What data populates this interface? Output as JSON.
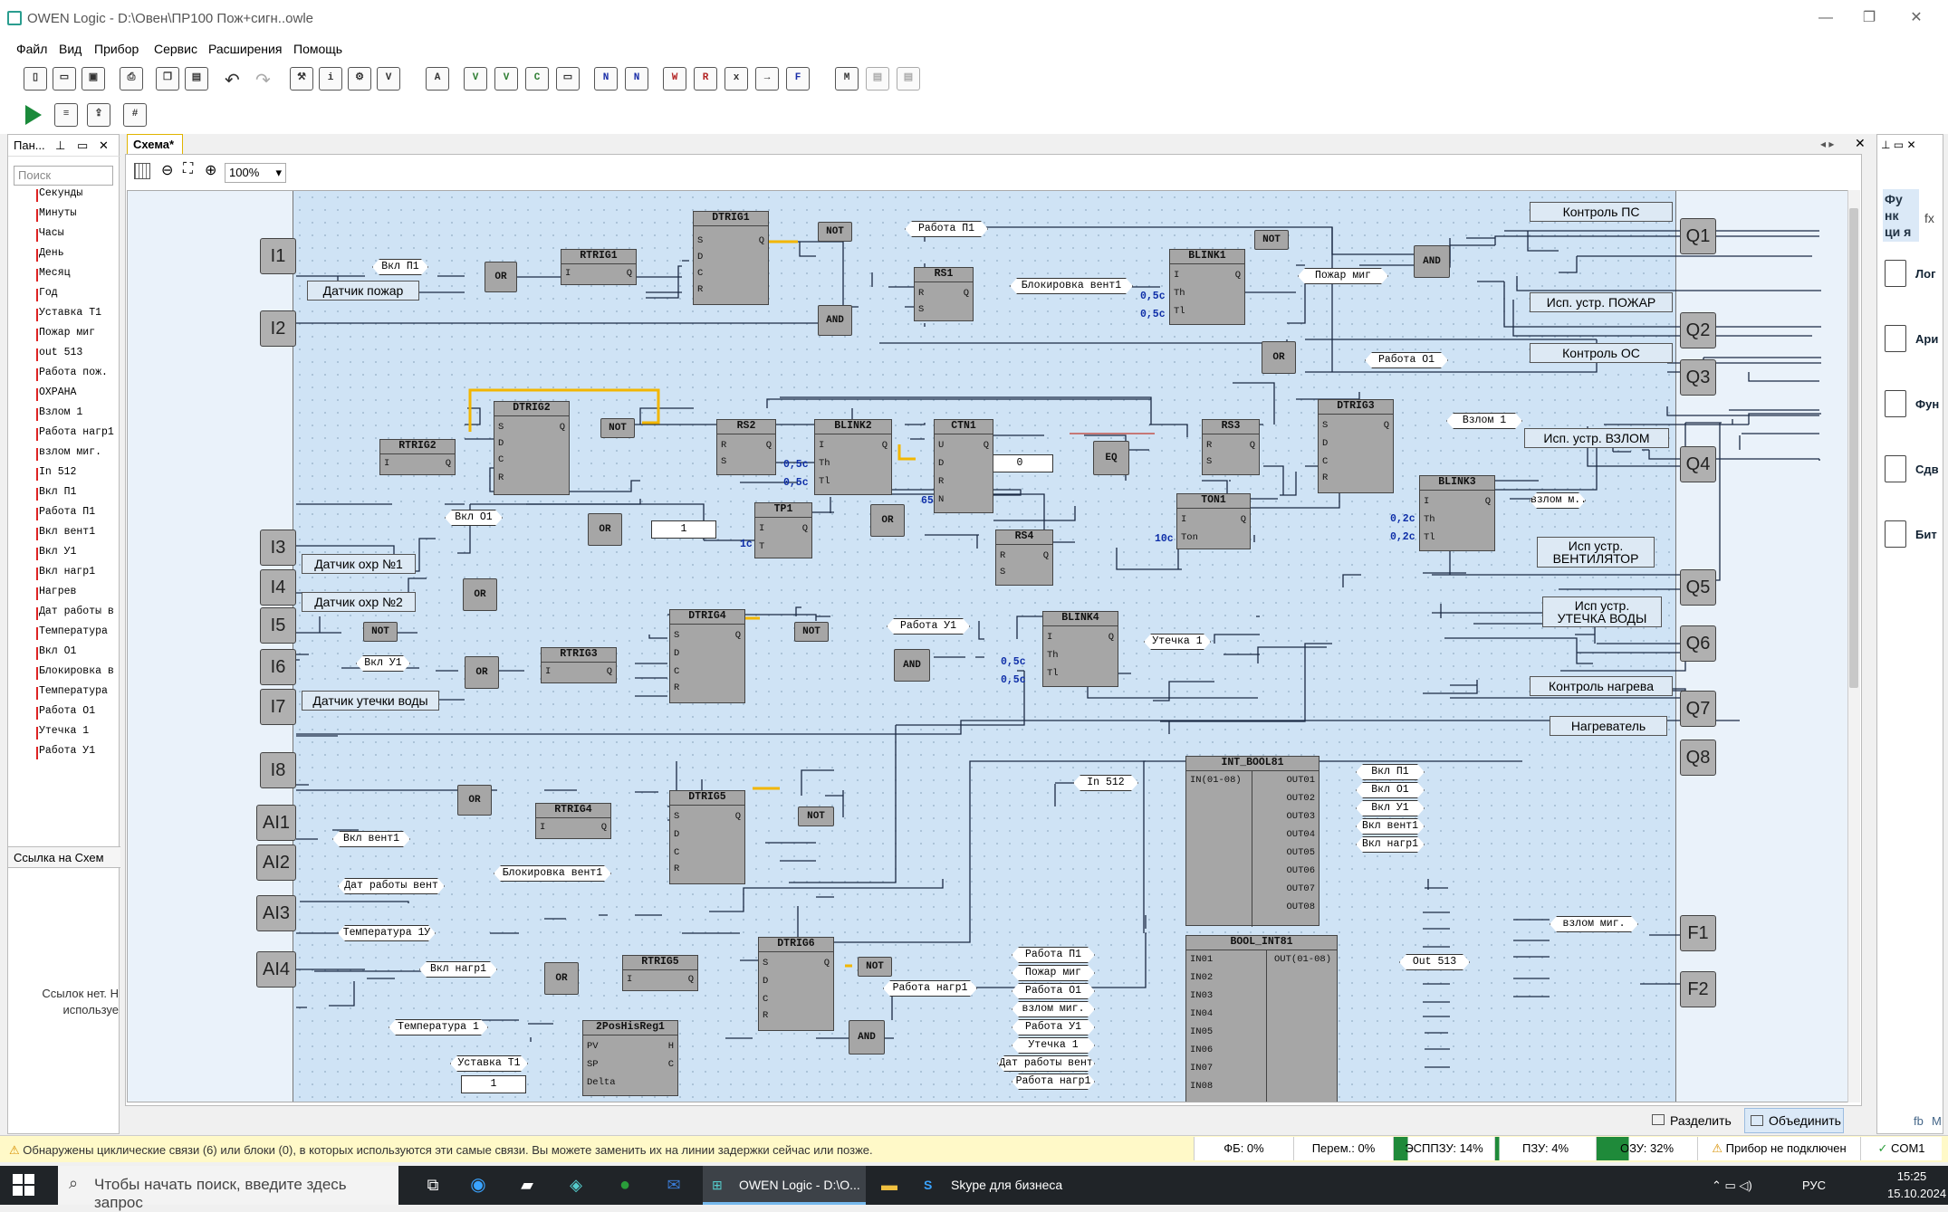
{
  "window": {
    "title": "OWEN Logic - D:\\Овен\\ПР100 Пож+сигн..owle"
  },
  "menu": [
    "Файл",
    "Вид",
    "Прибор",
    "Сервис",
    "Расширения",
    "Помощь"
  ],
  "toolbar": {
    "b1": "N",
    "b2": "N",
    "b3": "W",
    "b4": "R",
    "b5": "F",
    "v1": "V",
    "v2": "V",
    "c1": "C"
  },
  "left_panel": {
    "title": "Пан...",
    "search_placeholder": "Поиск",
    "variables": [
      "Секунды",
      "Минуты",
      "Часы",
      "День",
      "Месяц",
      "Год",
      "Уставка Т1",
      "Пожар миг",
      "out 513",
      "Работа пож.",
      "ОХРАНА",
      "Взлом 1",
      "Работа нагр1",
      "взлом миг.",
      "In 512",
      "Вкл П1",
      "Работа П1",
      "Вкл вент1",
      "Вкл У1",
      "Вкл нагр1",
      "Нагрев",
      "Дат работы в",
      "Температура",
      "Вкл О1",
      "Блокировка в",
      "Температура",
      "Работа О1",
      "Утечка 1",
      "Работа У1"
    ],
    "ref_title": "Ссылка на Схем",
    "ref_msg": "Ссылок нет. Н используе"
  },
  "doc": {
    "tab": "Схема*",
    "zoom": "100%"
  },
  "inputs": [
    "I1",
    "I2",
    "I3",
    "I4",
    "I5",
    "I6",
    "I7",
    "I8",
    "AI1",
    "AI2",
    "AI3",
    "AI4"
  ],
  "outputs": [
    "Q1",
    "Q2",
    "Q3",
    "Q4",
    "Q5",
    "Q6",
    "Q7",
    "Q8",
    "F1",
    "F2"
  ],
  "labels": {
    "l1": "Датчик пожар",
    "l2": "Датчик охр №1",
    "l3": "Датчик охр №2",
    "l4": "Датчик утечки воды",
    "r1": "Контроль ПС",
    "r2": "Исп. устр. ПОЖАР",
    "r3": "Контроль ОС",
    "r4": "Исп. устр. ВЗЛОМ",
    "r5a": "Исп  устр.",
    "r5b": "ВЕНТИЛЯТОР",
    "r6a": "Исп  устр.",
    "r6b": "УТЕЧКА ВОДЫ",
    "r7": "Контроль нагрева",
    "r8": "Нагреватель"
  },
  "tags": {
    "t1": "Вкл П1",
    "t2": "Работа П1",
    "t3": "Блокировка вент1",
    "t4": "Пожар миг",
    "t5": "Работа О1",
    "t6": "Взлом 1",
    "t7": "Вкл О1",
    "t8": "взлом м..",
    "t9": "Работа У1",
    "t10": "Утечка 1",
    "t11": "Вкл У1",
    "t12": "Вкл вент1",
    "t13": "Блокировка вент1",
    "t14": "Дат работы вент",
    "t15": "Температура 1У",
    "t16": "Вкл нагр1",
    "t17": "Работа нагр1",
    "t18": "Температура 1",
    "t19": "Уставка Т1",
    "t20": "In 512",
    "t21": "Out 513",
    "t22": "взлом миг."
  },
  "int_bool_outs": [
    "Вкл П1",
    "Вкл О1",
    "Вкл У1",
    "Вкл вент1",
    "Вкл нагр1"
  ],
  "bool_int_ins": [
    "Работа П1",
    "Пожар миг",
    "Работа О1",
    "взлом миг.",
    "Работа У1",
    "Утечка 1",
    "Дат работы вент",
    "Работа нагр1"
  ],
  "blocks": {
    "dtrig1": "DTRIG1",
    "dtrig2": "DTRIG2",
    "dtrig3": "DTRIG3",
    "dtrig4": "DTRIG4",
    "dtrig5": "DTRIG5",
    "dtrig6": "DTRIG6",
    "rtrig1": "RTRIG1",
    "rtrig2": "RTRIG2",
    "rtrig3": "RTRIG3",
    "rtrig4": "RTRIG4",
    "rtrig5": "RTRIG5",
    "rs1": "RS1",
    "rs2": "RS2",
    "rs3": "RS3",
    "rs4": "RS4",
    "blink1": "BLINK1",
    "blink2": "BLINK2",
    "blink3": "BLINK3",
    "blink4": "BLINK4",
    "ctn1": "CTN1",
    "tp1": "TP1",
    "ton1": "TON1",
    "int_bool": "INT_BOOL81",
    "bool_int": "BOOL_INT81",
    "hist": "2PosHisReg1",
    "or": "OR",
    "and": "AND",
    "not": "NOT",
    "eq": "EQ"
  },
  "params": {
    "p05": "0,5с",
    "p02": "0,2с",
    "p1c": "1с",
    "p10c": "10с",
    "p65": "65",
    "c0": "0",
    "c1": "1"
  },
  "bottom_buttons": {
    "split": "Разделить",
    "merge": "Объединить"
  },
  "status": {
    "message": "Обнаружены циклические связи (6) или блоки (0), в которых используются эти самые связи. Вы можете заменить их на линии задержки сейчас или позже.",
    "fb": "ФБ: 0%",
    "per": "Перем.: 0%",
    "eeprom": "ЭСППЗУ: 14%",
    "pzu": "ПЗУ: 4%",
    "ozu": "ОЗУ: 32%",
    "device": "Прибор не подключен",
    "port": "COM1"
  },
  "right_panel": {
    "title": "Фу нк ци я",
    "fx": "fx",
    "items": [
      "Лог",
      "Ари",
      "Фун",
      "Сдв",
      "Бит"
    ],
    "fb": "fb",
    "m": "M"
  },
  "taskbar": {
    "search": "Чтобы начать поиск, введите здесь запрос",
    "app1": "OWEN Logic - D:\\О...",
    "app2": "Skype для бизнеса",
    "lang": "РУС",
    "time": "15:25",
    "date": "15.10.2024"
  }
}
